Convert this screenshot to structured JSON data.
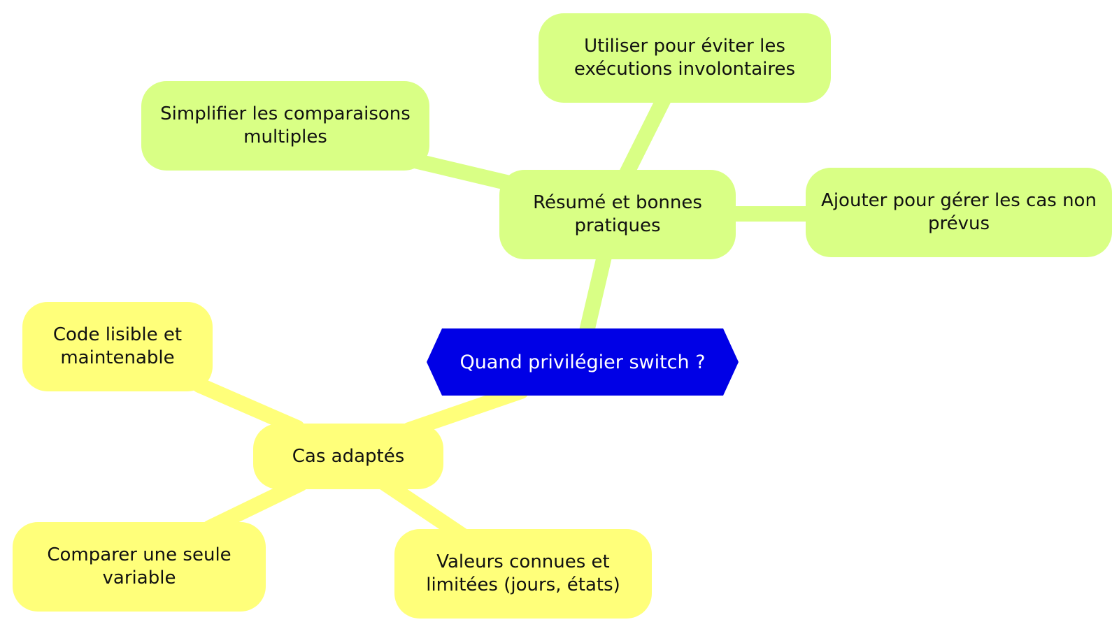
{
  "root": {
    "label": "Quand privilégier switch ?",
    "color": "#0000e6"
  },
  "colors": {
    "green_branch": "#d9ff85",
    "yellow_branch": "#ffff7a",
    "text": "#111111"
  },
  "branches": {
    "resume": {
      "label": "Résumé et bonnes pratiques",
      "children": [
        "Simplifier les comparaisons multiples",
        "Utiliser pour éviter les exécutions involontaires",
        "Ajouter pour gérer les cas non prévus"
      ]
    },
    "cas": {
      "label": "Cas adaptés",
      "children": [
        "Code lisible et maintenable",
        "Comparer une seule variable",
        "Valeurs connues et limitées (jours, états)"
      ]
    }
  }
}
